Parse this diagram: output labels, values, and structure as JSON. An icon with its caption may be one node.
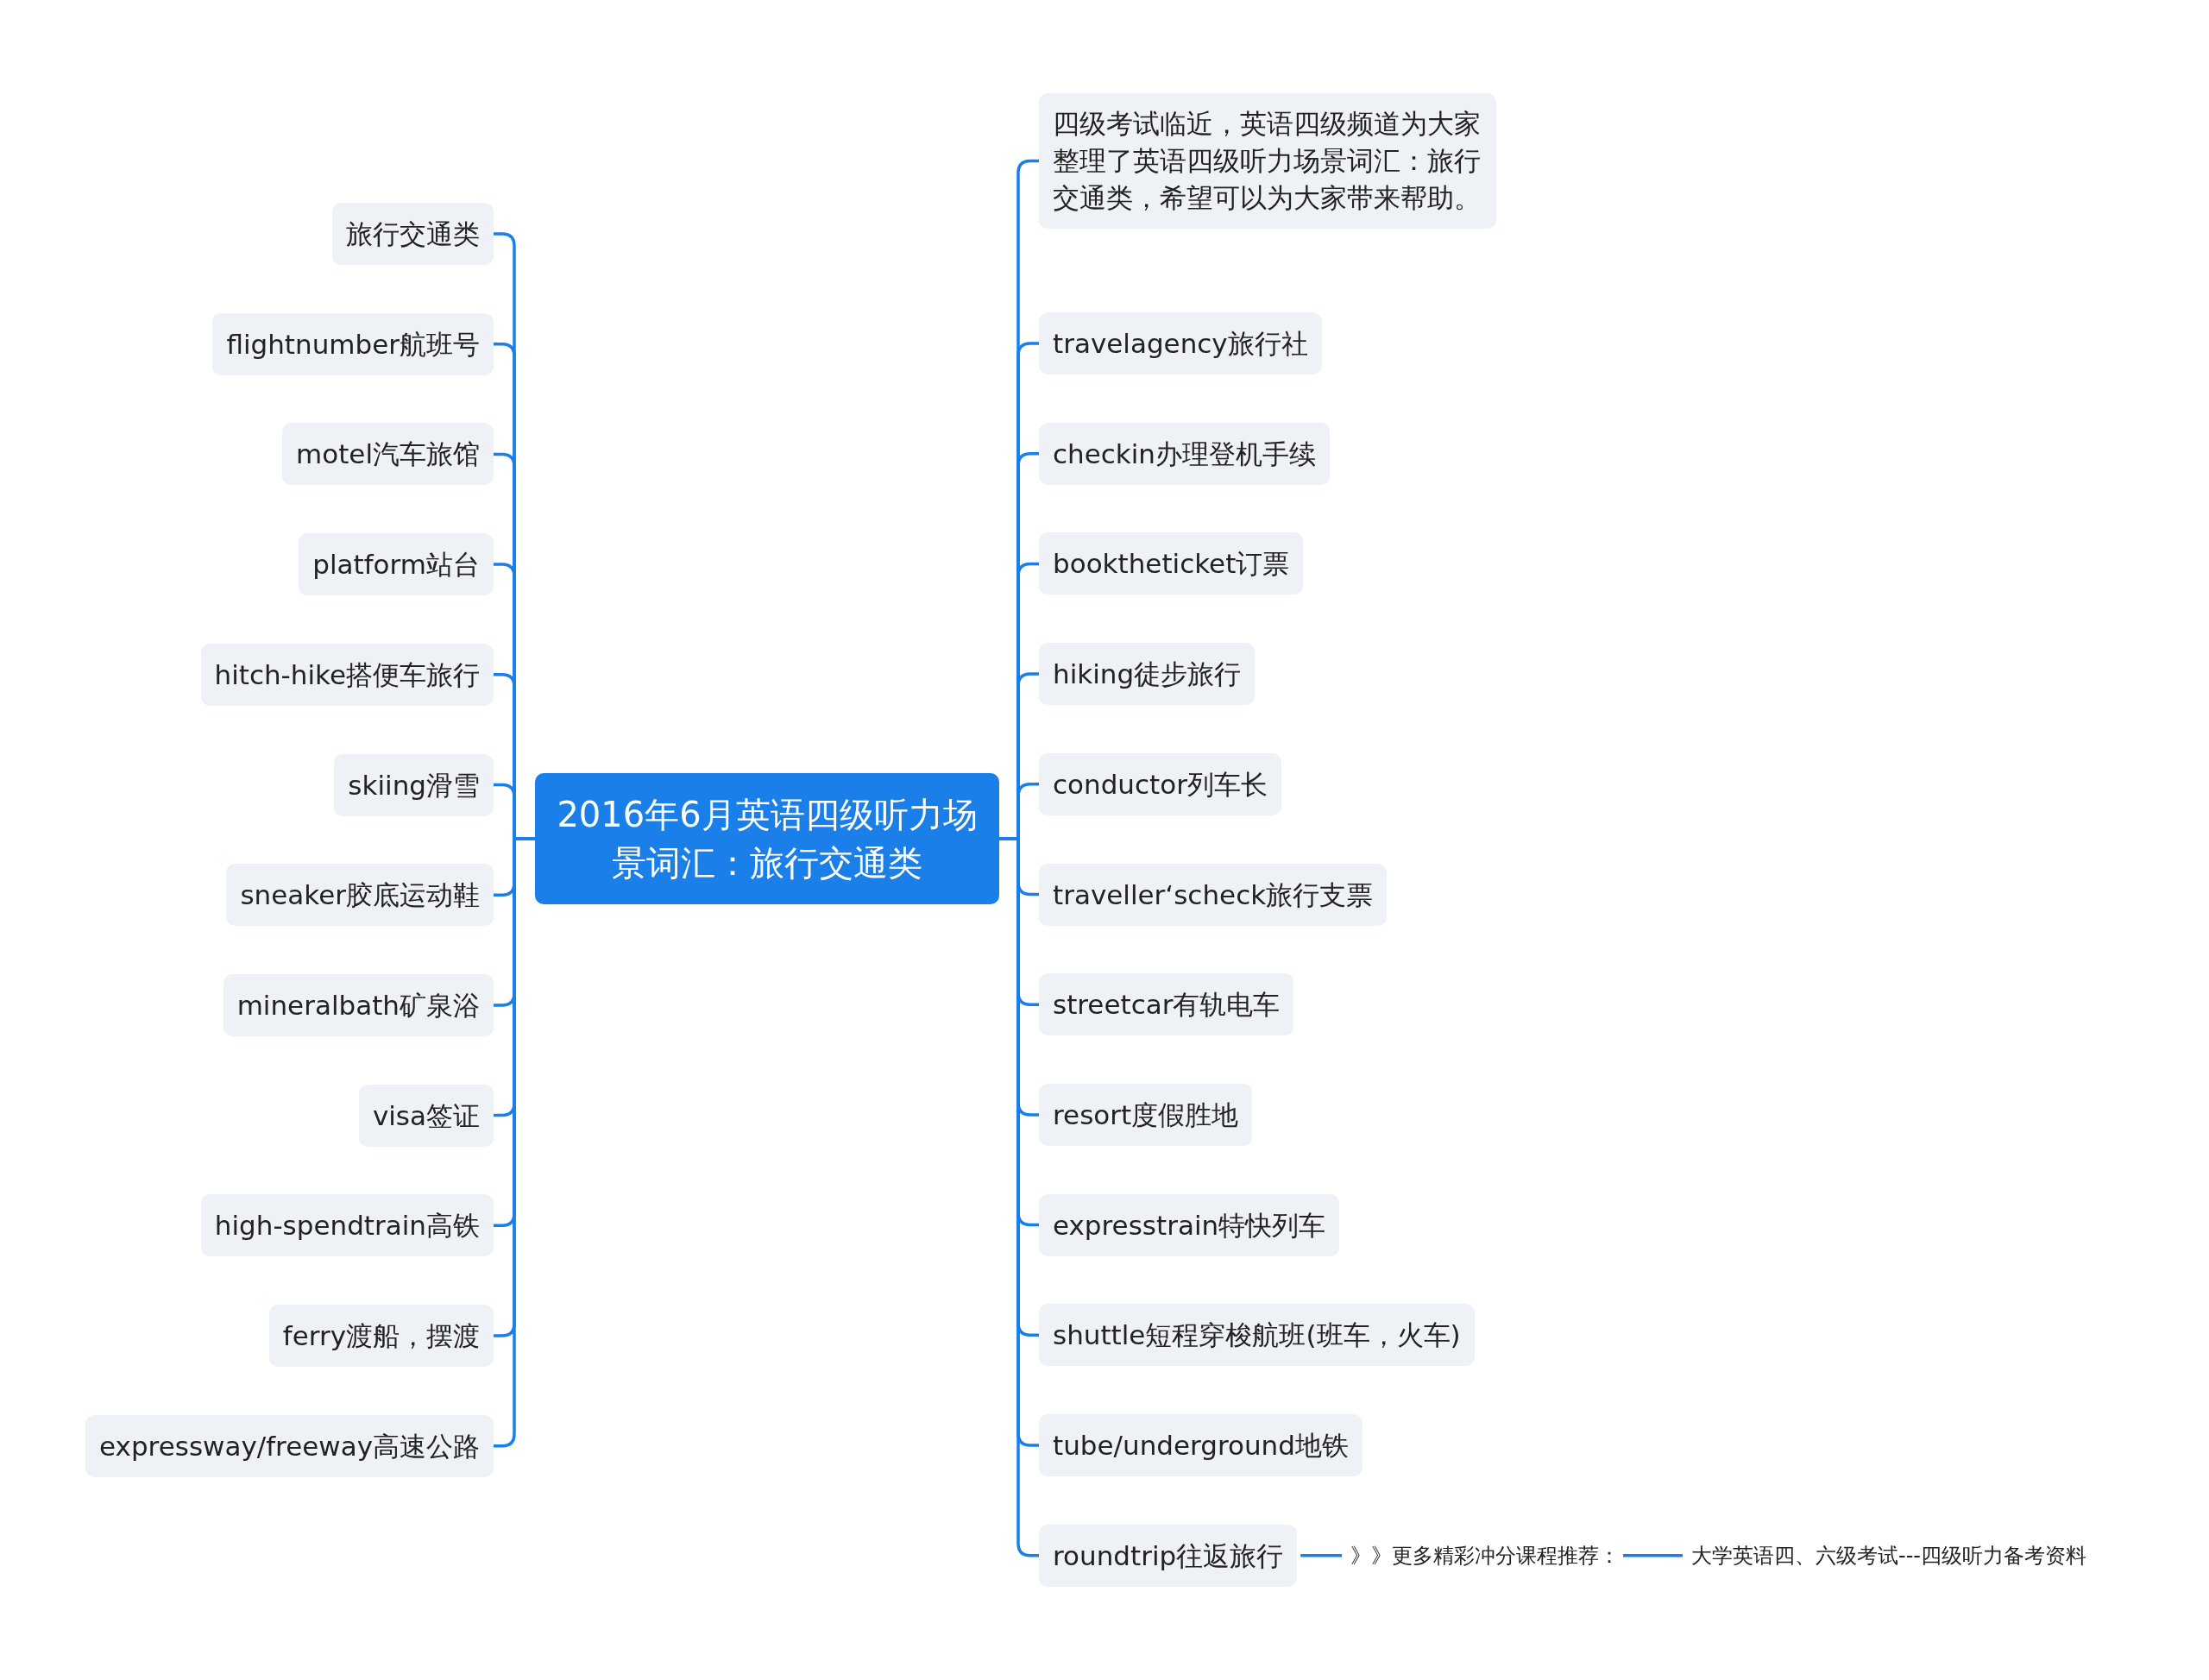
{
  "diagram": {
    "nodes": [
      {
        "text": [
          "2016年6月英语四级听力场景词汇：旅行交通类"
        ]
      },
      {
        "text": [
          "旅行交通类"
        ]
      },
      {
        "text": [
          "flightnumber航班号"
        ]
      },
      {
        "text": [
          "motel汽车旅馆"
        ]
      },
      {
        "text": [
          "platform站台"
        ]
      },
      {
        "text": [
          "hitch-hike搭便车旅行"
        ]
      },
      {
        "text": [
          "skiing滑雪"
        ]
      },
      {
        "text": [
          "sneaker胶底运动鞋"
        ]
      },
      {
        "text": [
          "mineralbath矿泉浴"
        ]
      },
      {
        "text": [
          "visa签证"
        ]
      },
      {
        "text": [
          "high-spendtrain高铁"
        ]
      },
      {
        "text": [
          "ferry渡船，摆渡"
        ]
      },
      {
        "text": [
          "expressway/freeway高速公路"
        ]
      },
      {
        "text": [
          "四级考试临近，英语四级频道为大家整理了英语四级听力场景词汇：旅行交通类，希望可以为大家带来帮助。"
        ]
      },
      {
        "text": [
          "travelagency旅行社"
        ]
      },
      {
        "text": [
          "checkin办理登机手续"
        ]
      },
      {
        "text": [
          "booktheticket订票"
        ]
      },
      {
        "text": [
          "hiking徒步旅行"
        ]
      },
      {
        "text": [
          "conductor列车长"
        ]
      },
      {
        "text": [
          "traveller‘scheck旅行支票"
        ]
      },
      {
        "text": [
          "streetcar有轨电车"
        ]
      },
      {
        "text": [
          "resort度假胜地"
        ]
      },
      {
        "text": [
          "expresstrain特快列车"
        ]
      },
      {
        "text": [
          "shuttle短程穿梭航班(班车，火车)"
        ]
      },
      {
        "text": [
          "tube/underground地铁"
        ]
      },
      {
        "text": [
          "roundtrip往返旅行"
        ]
      },
      {
        "text": [
          "》》更多精彩冲分课程推荐："
        ]
      },
      {
        "text": [
          "大学英语四、六级考试---四级听力备考资料"
        ]
      }
    ],
    "edges": [
      {
        "from": 0,
        "to": 1,
        "arrow": "none"
      },
      {
        "from": 0,
        "to": 2,
        "arrow": "none"
      },
      {
        "from": 0,
        "to": 3,
        "arrow": "none"
      },
      {
        "from": 0,
        "to": 4,
        "arrow": "none"
      },
      {
        "from": 0,
        "to": 5,
        "arrow": "none"
      },
      {
        "from": 0,
        "to": 6,
        "arrow": "none"
      },
      {
        "from": 0,
        "to": 7,
        "arrow": "none"
      },
      {
        "from": 0,
        "to": 8,
        "arrow": "none"
      },
      {
        "from": 0,
        "to": 9,
        "arrow": "none"
      },
      {
        "from": 0,
        "to": 10,
        "arrow": "none"
      },
      {
        "from": 0,
        "to": 11,
        "arrow": "none"
      },
      {
        "from": 0,
        "to": 12,
        "arrow": "none"
      },
      {
        "from": 0,
        "to": 13,
        "arrow": "none"
      },
      {
        "from": 0,
        "to": 14,
        "arrow": "none"
      },
      {
        "from": 0,
        "to": 15,
        "arrow": "none"
      },
      {
        "from": 0,
        "to": 16,
        "arrow": "none"
      },
      {
        "from": 0,
        "to": 17,
        "arrow": "none"
      },
      {
        "from": 0,
        "to": 18,
        "arrow": "none"
      },
      {
        "from": 0,
        "to": 19,
        "arrow": "none"
      },
      {
        "from": 0,
        "to": 20,
        "arrow": "none"
      },
      {
        "from": 0,
        "to": 21,
        "arrow": "none"
      },
      {
        "from": 0,
        "to": 22,
        "arrow": "none"
      },
      {
        "from": 0,
        "to": 23,
        "arrow": "none"
      },
      {
        "from": 0,
        "to": 24,
        "arrow": "none"
      },
      {
        "from": 0,
        "to": 25,
        "arrow": "none"
      },
      {
        "from": 25,
        "to": 26,
        "arrow": "none"
      },
      {
        "from": 26,
        "to": 27,
        "arrow": "none"
      }
    ]
  }
}
